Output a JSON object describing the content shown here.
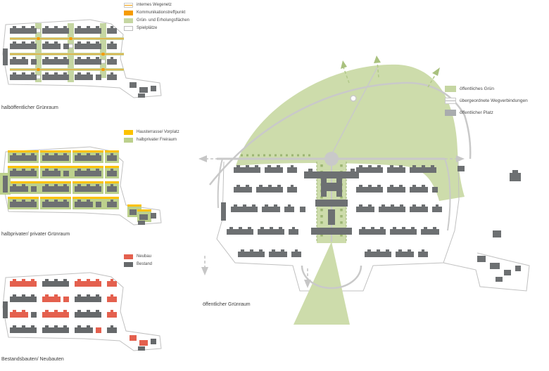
{
  "colors": {
    "green": "#c5d6a2",
    "green_band": "#cddcab",
    "green_private": "#bcd08d",
    "green_dark": "#9cb573",
    "building_gray": "#6d7072",
    "bestand_gray": "#66696b",
    "path_gray": "#c9c9c9",
    "boundary_gray": "#c0c0c0",
    "orange": "#f59b00",
    "yellow": "#fcc200",
    "red": "#e4604e",
    "platz_gray": "#a9acae",
    "text": "#3b3b3b"
  },
  "panels": {
    "semi_public": {
      "caption": "halböffentlicher Grünraum",
      "legend": [
        {
          "label": "internes Wegenetz"
        },
        {
          "label": "Kommunikationstreffpunkt"
        },
        {
          "label": "Grün- und Erholungsflächen"
        },
        {
          "label": "Spielplätze"
        }
      ]
    },
    "semi_private": {
      "caption": "halbprivater/ privater Grünraum",
      "legend": [
        {
          "label": "Hausterrasse/ Vorplatz"
        },
        {
          "label": "halbprivater Freiraum"
        }
      ]
    },
    "construction": {
      "caption": "Bestandsbauten/ Neubauten",
      "legend": [
        {
          "label": "Neubau"
        },
        {
          "label": "Bestand"
        }
      ]
    },
    "public": {
      "caption": "öffentlicher Grünraum",
      "legend": [
        {
          "label": "öffentliches Grün"
        },
        {
          "label": "übergeordnete Wegverbindungen"
        },
        {
          "label": "öffentlicher Platz"
        }
      ]
    }
  }
}
